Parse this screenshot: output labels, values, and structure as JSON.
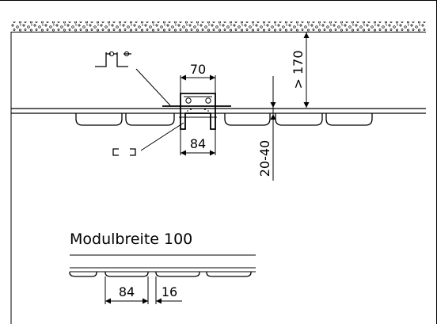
{
  "dimensions": {
    "top_width": "70",
    "bottom_width": "84",
    "height_above": "> 170",
    "height_depth": "20-40",
    "module_panel_width": "84",
    "module_gap": "16"
  },
  "module": {
    "title": "Modulbreite 100"
  }
}
